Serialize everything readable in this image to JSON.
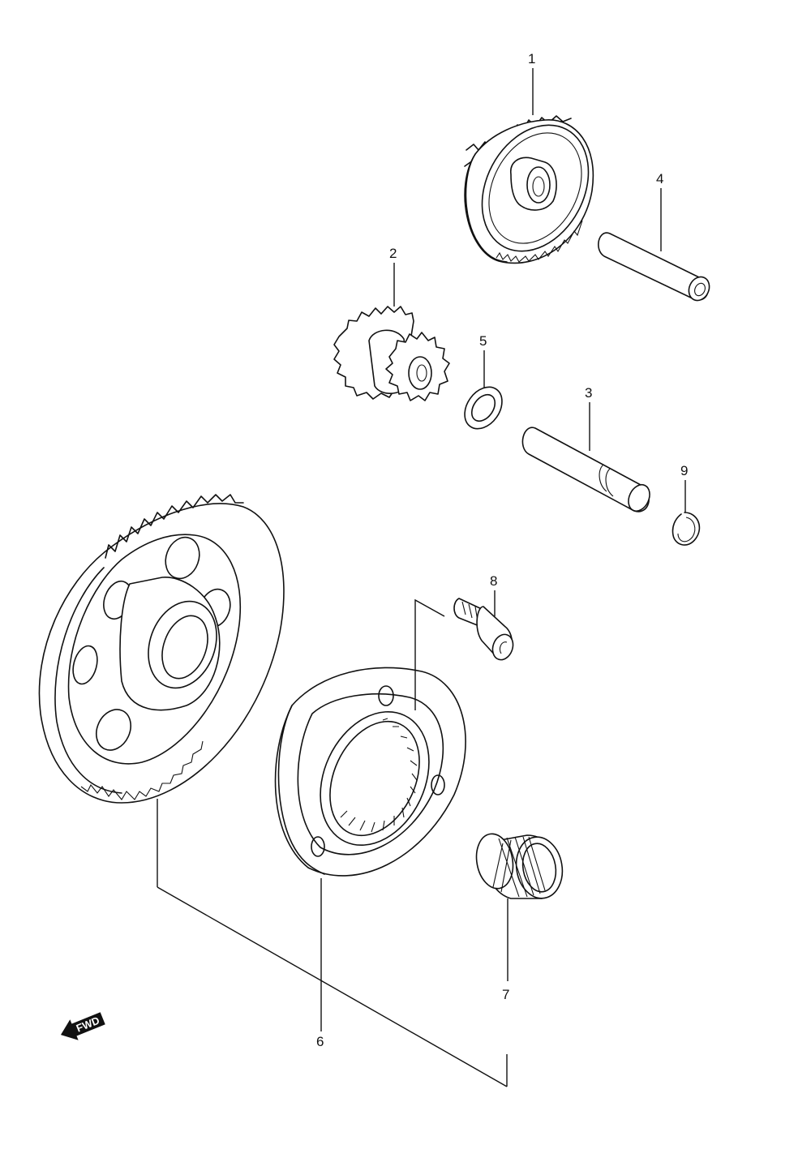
{
  "callouts": {
    "c1": "1",
    "c2": "2",
    "c3": "3",
    "c4": "4",
    "c5": "5",
    "c6": "6",
    "c7": "7",
    "c8": "8",
    "c9": "9"
  },
  "fwd_label": "FWD",
  "icons": [
    "fwd-arrow-icon"
  ]
}
